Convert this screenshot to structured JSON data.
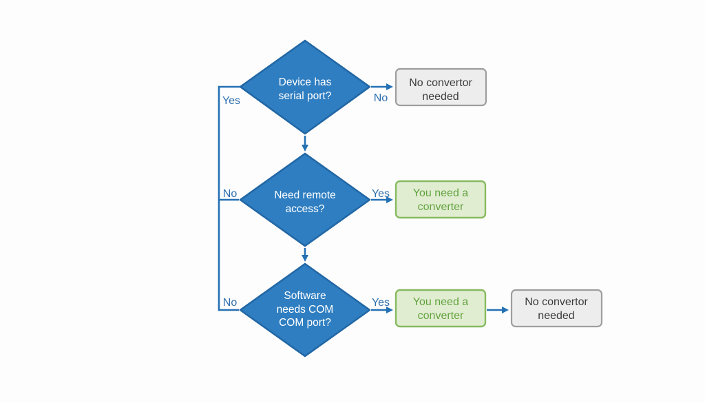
{
  "colors": {
    "page_bg": "#fdfdfd",
    "diamond_fill": "#2f7ec1",
    "diamond_stroke": "#2267a5",
    "diamond_text": "#ffffff",
    "edge": "#2471b5",
    "label_blue": "#2e6fae",
    "gray_box_fill": "#ededed",
    "gray_box_border": "#9e9e9e",
    "gray_box_text": "#3b3b3b",
    "green_box_fill": "#e1edd1",
    "green_box_border": "#87ba5f",
    "green_box_text": "#61a23e"
  },
  "nodes": {
    "decision1": {
      "line1": "Device has",
      "line2": "serial port?"
    },
    "decision2": {
      "line1": "Need remote",
      "line2": "access?"
    },
    "decision3": {
      "line1": "Software",
      "line2": "needs COM",
      "line3": "COM port?"
    },
    "result_no_top": {
      "line1": "No convertor",
      "line2": "needed"
    },
    "result_yes_mid": {
      "line1": "You need a",
      "line2": "converter"
    },
    "result_yes_bottom": {
      "line1": "You need a",
      "line2": "converter"
    },
    "result_no_bottom": {
      "line1": "No convertor",
      "line2": "needed"
    }
  },
  "edge_labels": {
    "d1_yes": "Yes",
    "d1_no": "No",
    "d2_no": "No",
    "d2_yes": "Yes",
    "d3_no": "No",
    "d3_yes": "Yes"
  }
}
